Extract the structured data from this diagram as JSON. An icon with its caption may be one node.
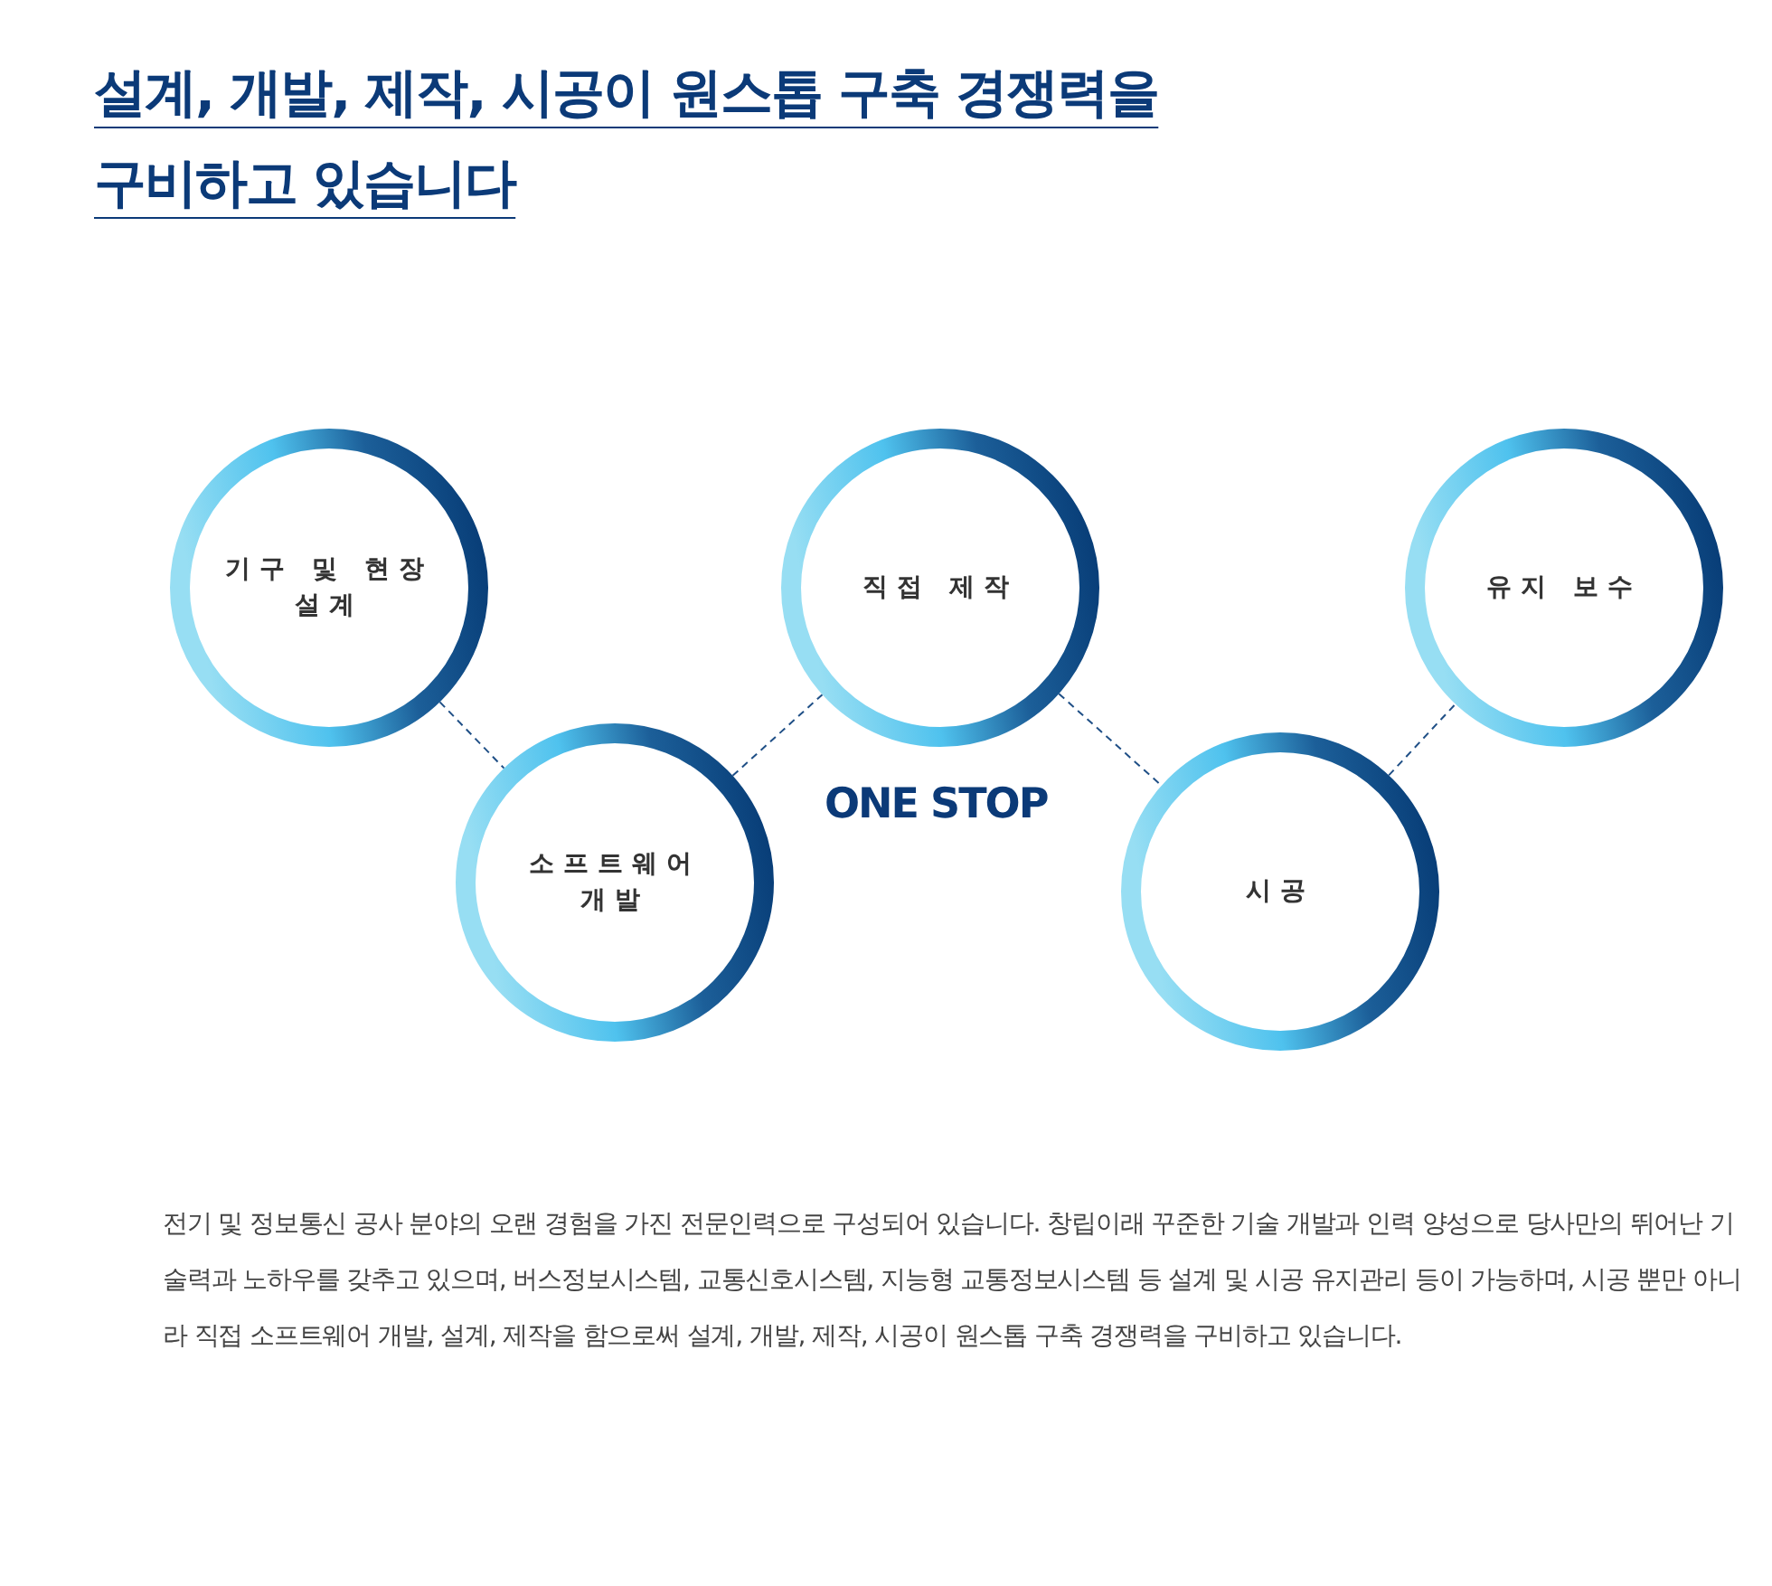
{
  "diagram": {
    "title": "설계, 개발, 제작, 시공이 원스톱 구축 경쟁력을 구비하고 있습니다",
    "nodes": [
      {
        "text": [
          "기구 및 현장설계"
        ]
      },
      {
        "text": [
          "소프트웨어 개발"
        ]
      },
      {
        "text": [
          "직접 제작"
        ]
      },
      {
        "text": [
          "시공"
        ]
      },
      {
        "text": [
          "유지 보수"
        ]
      }
    ],
    "edges": [
      {
        "from": 0,
        "to": 1,
        "arrow": "none",
        "style": "dashed"
      },
      {
        "from": 1,
        "to": 2,
        "arrow": "none",
        "style": "dashed"
      },
      {
        "from": 2,
        "to": 3,
        "arrow": "none",
        "style": "dashed"
      },
      {
        "from": 3,
        "to": 4,
        "arrow": "none",
        "style": "dashed"
      }
    ],
    "labels": [
      "ONE STOP",
      "전기 및 정보통신 공사 분야의 오랜 경험을 가진 전문인력으로 구성되어 있습니다. 창립이래 꾸준한 기술 개발과 인력 양성으로 당사만의 뛰어난 기술력과 노하우를 갖추고 있으며, 버스정보시스템, 교통신호시스템, 지능형 교통정보시스템 등 설계 및 시공 유지관리 등이 가능하며, 시공 뿐만 아니라 직접 소프트웨어 개발, 설계, 제작을 함으로써 설계, 개발, 제작, 시공이 원스톱 구축 경쟁력을 구비하고 있습니다."
    ]
  }
}
